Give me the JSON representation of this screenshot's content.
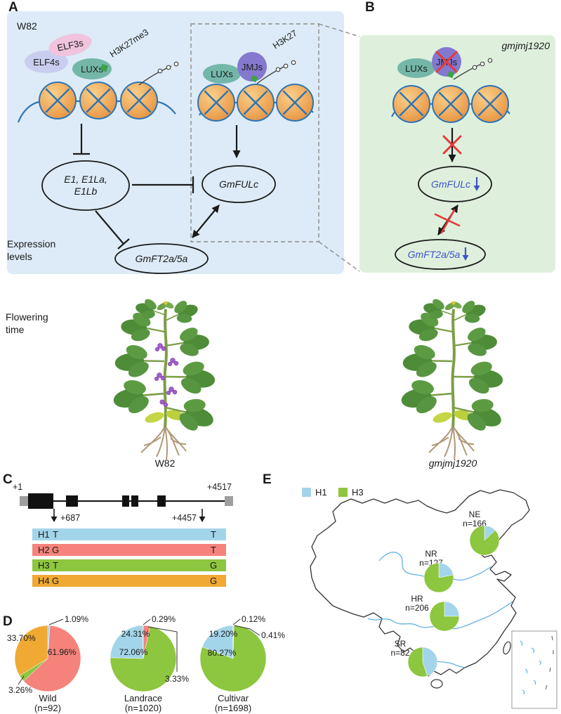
{
  "colors": {
    "h1": "#a3d5ea",
    "h2": "#f5837b",
    "h3": "#8dc63f",
    "h4": "#f0a932",
    "gene_blue": "#4053c8",
    "panel_a_bg": "#dcebf7",
    "panel_b_bg": "#def0dc"
  },
  "panel_a": {
    "label": "A",
    "genotype": "W82",
    "elf3s": "ELF3s",
    "elf4s": "ELF4s",
    "luxs_left": "LUXs",
    "h3k27me3": "H3K27me3",
    "luxs_right": "LUXs",
    "jmjs": "JMJs",
    "h3k27": "H3K27",
    "e1_line1": "E1, E1La,",
    "e1_line2": "E1Lb",
    "gmfulc": "GmFULc",
    "gmft": "GmFT2a/5a",
    "expression_line1": "Expression",
    "expression_line2": "levels"
  },
  "panel_b": {
    "label": "B",
    "genotype": "gmjmj1920",
    "luxs": "LUXs",
    "jmjs": "JMJs",
    "gmfulc": "GmFULc",
    "gmft": "GmFT2a/5a"
  },
  "flowering": {
    "label_line1": "Flowering",
    "label_line2": "time",
    "wildtype_label": "W82",
    "mutant_label": "gmjmj1920"
  },
  "panel_c": {
    "label": "C",
    "pos_start": "+1",
    "pos_end": "+4517",
    "snp1": "+687",
    "snp2": "+4457",
    "haplotypes": [
      {
        "name": "H1",
        "allele1": "T",
        "allele2": "T",
        "color": "#a3d5ea"
      },
      {
        "name": "H2",
        "allele1": "G",
        "allele2": "T",
        "color": "#f5837b"
      },
      {
        "name": "H3",
        "allele1": "T",
        "allele2": "G",
        "color": "#8dc63f"
      },
      {
        "name": "H4",
        "allele1": "G",
        "allele2": "G",
        "color": "#f0a932"
      }
    ]
  },
  "panel_d": {
    "label": "D",
    "groups": [
      {
        "name": "Wild",
        "n": "(n=92)"
      },
      {
        "name": "Landrace",
        "n": "(n=1020)"
      },
      {
        "name": "Cultivar",
        "n": "(n=1698)"
      }
    ]
  },
  "panel_e": {
    "label": "E",
    "legend": [
      {
        "label": "H1",
        "color": "#a3d5ea"
      },
      {
        "label": "H3",
        "color": "#8dc63f"
      }
    ],
    "regions": [
      {
        "name": "NE",
        "n": "n=166"
      },
      {
        "name": "NR",
        "n": "n=127"
      },
      {
        "name": "HR",
        "n": "n=206"
      },
      {
        "name": "SR",
        "n": "n=82"
      }
    ]
  },
  "chart_data": [
    {
      "type": "pie",
      "title": "Wild (n=92)",
      "labels": [
        "H1",
        "H2",
        "H3",
        "H4"
      ],
      "values": [
        1.09,
        61.96,
        3.26,
        33.7
      ],
      "colors": [
        "#a3d5ea",
        "#f5837b",
        "#8dc63f",
        "#f0a932"
      ],
      "value_labels": [
        "1.09%",
        "61.96%",
        "3.26%",
        "33.70%"
      ]
    },
    {
      "type": "pie",
      "title": "Landrace (n=1020)",
      "labels": [
        "H2",
        "H3",
        "H1",
        "H4"
      ],
      "values": [
        3.33,
        72.06,
        24.31,
        0.29
      ],
      "colors": [
        "#f5837b",
        "#8dc63f",
        "#a3d5ea",
        "#f0a932"
      ],
      "value_labels": [
        "3.33%",
        "72.06%",
        "24.31%",
        "0.29%"
      ]
    },
    {
      "type": "pie",
      "title": "Cultivar (n=1698)",
      "labels": [
        "H2",
        "H3",
        "H1",
        "H4"
      ],
      "values": [
        0.41,
        80.27,
        19.2,
        0.12
      ],
      "colors": [
        "#f5837b",
        "#8dc63f",
        "#a3d5ea",
        "#f0a932"
      ],
      "value_labels": [
        "0.41%",
        "80.27%",
        "19.20%",
        "0.12%"
      ]
    },
    {
      "type": "pie",
      "title": "NE (n=166)",
      "labels": [
        "H1",
        "H3"
      ],
      "values": [
        13,
        87
      ],
      "colors": [
        "#a3d5ea",
        "#8dc63f"
      ]
    },
    {
      "type": "pie",
      "title": "NR (n=127)",
      "labels": [
        "H1",
        "H3"
      ],
      "values": [
        22,
        78
      ],
      "colors": [
        "#a3d5ea",
        "#8dc63f"
      ]
    },
    {
      "type": "pie",
      "title": "HR (n=206)",
      "labels": [
        "H1",
        "H3"
      ],
      "values": [
        25,
        75
      ],
      "colors": [
        "#a3d5ea",
        "#8dc63f"
      ]
    },
    {
      "type": "pie",
      "title": "SR (n=82)",
      "labels": [
        "H1",
        "H3"
      ],
      "values": [
        45,
        55
      ],
      "colors": [
        "#a3d5ea",
        "#8dc63f"
      ]
    }
  ]
}
